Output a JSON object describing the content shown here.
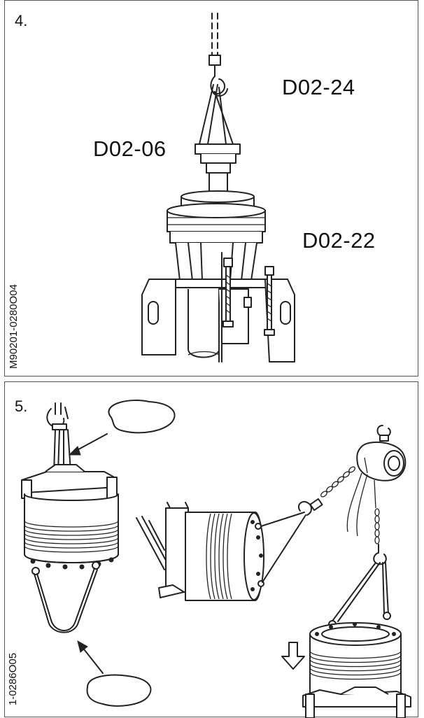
{
  "panel4": {
    "step": "4.",
    "labels": {
      "d0224": "D02-24",
      "d0206": "D02-06",
      "d0222": "D02-22"
    },
    "side_code": "M90201-0280O04"
  },
  "panel5": {
    "step": "5.",
    "side_code": "1-0286O05"
  },
  "icons": [
    "crane-hook-icon",
    "lifting-sling-icon",
    "chain-hoist-icon",
    "down-arrow-icon",
    "pointer-arrow-icon",
    "sling-loop-icon"
  ]
}
